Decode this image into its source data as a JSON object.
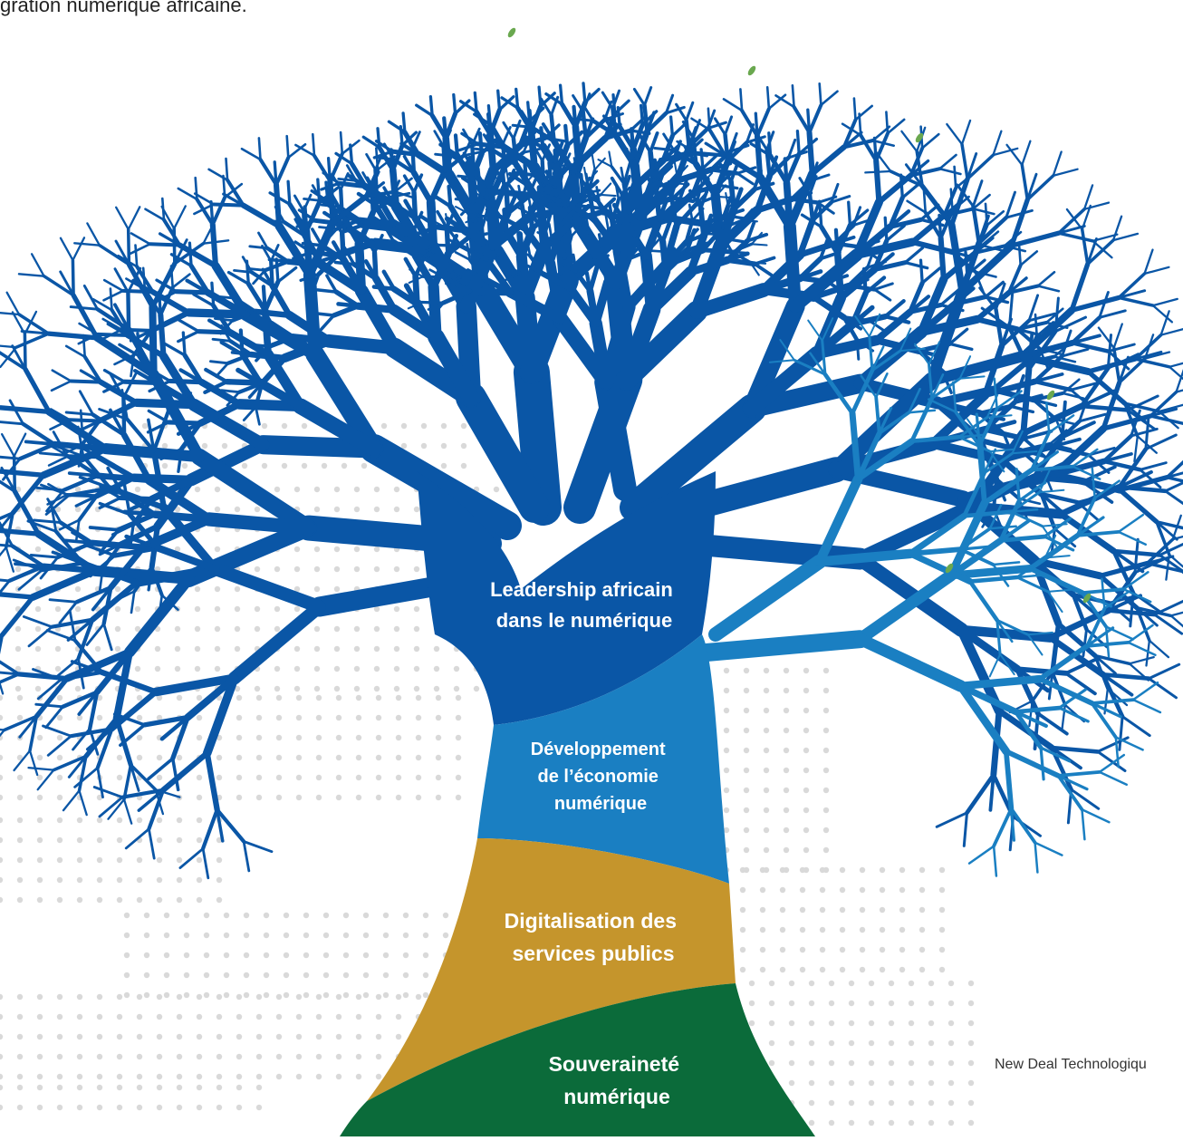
{
  "intro_text": "gration numérique africaine.",
  "footer_text": "New Deal Technologiqu",
  "layers": [
    {
      "id": "leadership",
      "lines": [
        "Leadership africain",
        "dans le numérique"
      ],
      "color": "#0a56a6"
    },
    {
      "id": "economie",
      "lines": [
        "Développement",
        "de l’économie",
        "numérique"
      ],
      "color": "#1a7fc2"
    },
    {
      "id": "digitalisation",
      "lines": [
        "Digitalisation des",
        "services publics"
      ],
      "color": "#c5952c"
    },
    {
      "id": "souverainete",
      "lines": [
        "Souveraineté",
        "numérique"
      ],
      "color": "#0b6b3a"
    }
  ],
  "colors": {
    "canopy": "#0a56a6",
    "canopy_light": "#1a7fc2",
    "dots": "#d9d9d9",
    "leaf": "#6aa84f"
  }
}
